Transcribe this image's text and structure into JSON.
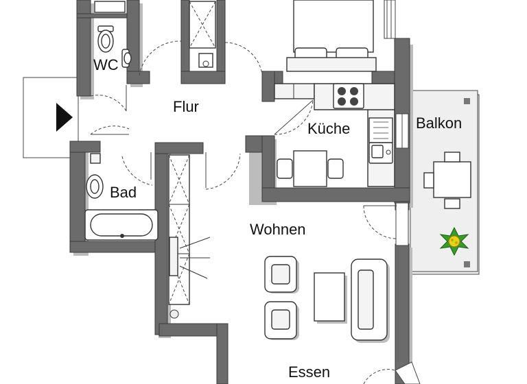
{
  "plan": {
    "rooms": {
      "wc": "WC",
      "flur": "Flur",
      "kueche": "Küche",
      "balkon": "Balkon",
      "bad": "Bad",
      "wohnen": "Wohnen",
      "essen": "Essen"
    }
  },
  "colors": {
    "wall": "#6b6b6b",
    "wall_edge": "#3a3a3a",
    "balcony_floor": "#efefef",
    "plant": "#3b9b2a",
    "plant_flower": "#e8d21a"
  },
  "icons": {
    "entrance": "entrance-arrow-icon",
    "plant": "plant-icon"
  }
}
